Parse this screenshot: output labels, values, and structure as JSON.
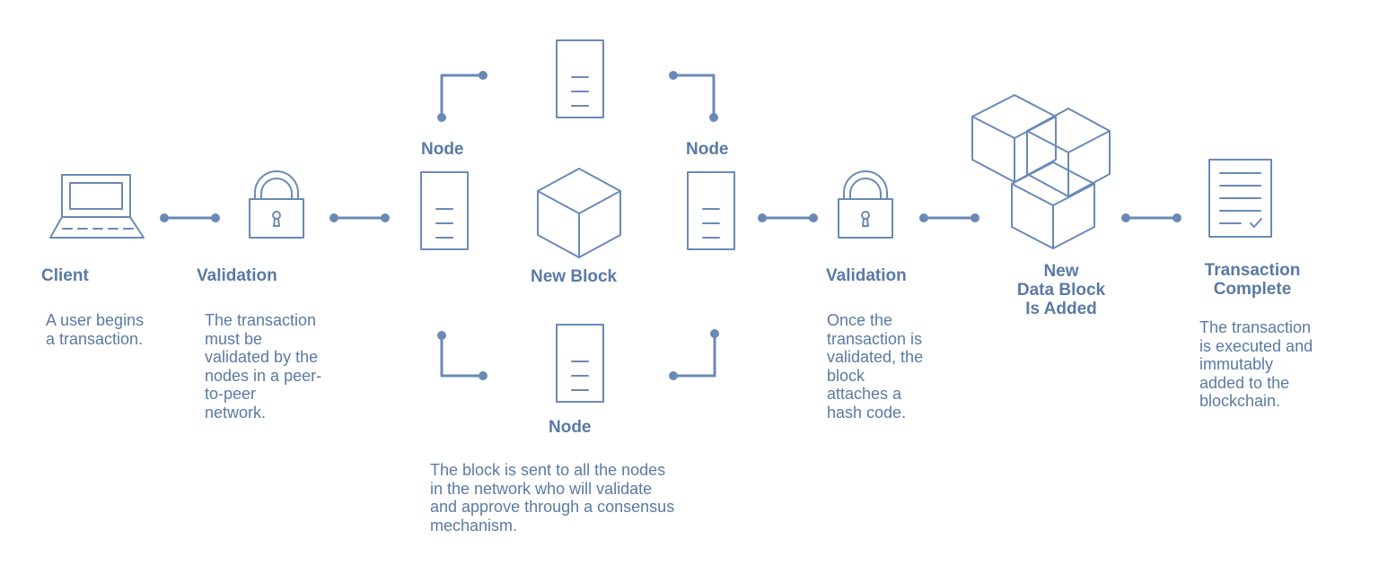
{
  "colors": {
    "stroke": "#6a8ab5",
    "text": "#5a7aa6",
    "background": "#ffffff"
  },
  "steps": {
    "client": {
      "icon": "laptop-icon",
      "title": "Client",
      "description": "A user begins\na transaction."
    },
    "validation_1": {
      "icon": "padlock-icon",
      "title": "Validation",
      "description": "The transaction\nmust be\nvalidated by the\nnodes in a peer-\nto-peer\nnetwork."
    },
    "network": {
      "center_icon": "cube-icon",
      "center_title": "New Block",
      "node_label": "Node",
      "description": "The block is sent to all the nodes\nin the network who will validate\nand approve through a consensus\nmechanism."
    },
    "validation_2": {
      "icon": "padlock-icon",
      "title": "Validation",
      "description": "Once the\ntransaction is\nvalidated, the\nblock\nattaches a\nhash code."
    },
    "data_block": {
      "icon": "stacked-cubes-icon",
      "title": "New\nData Block\nIs Added"
    },
    "complete": {
      "icon": "document-check-icon",
      "title": "Transaction\nComplete",
      "description": "The transaction\nis executed and\nimmutably\nadded to the\nblockchain."
    }
  }
}
